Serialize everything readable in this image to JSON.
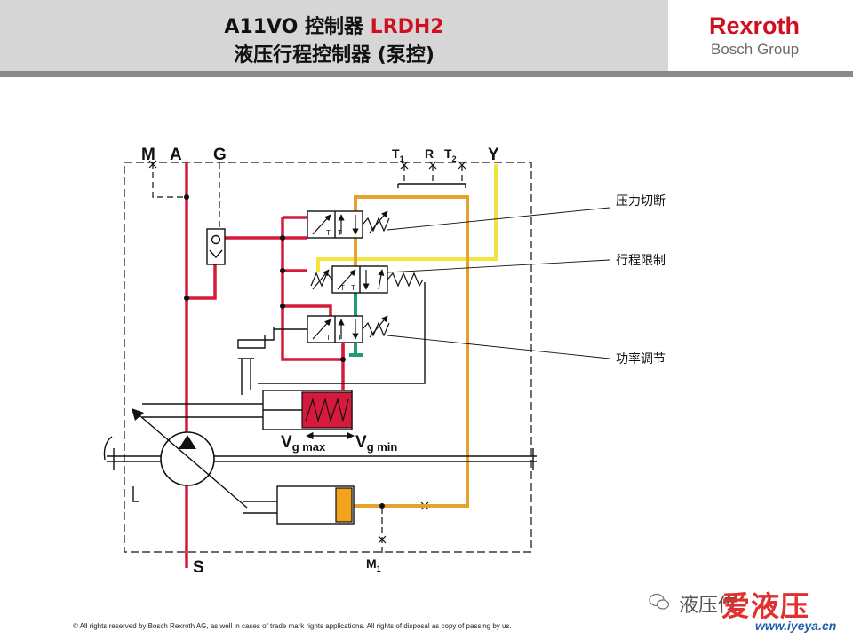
{
  "header": {
    "title_line1_a": "A11VO 控制器 ",
    "title_line1_b": "LRDH2",
    "title_line2": "液压行程控制器 (泵控)",
    "logo_main": "Rexroth",
    "logo_sub": "Bosch Group"
  },
  "diagram": {
    "ports": {
      "M": "M",
      "A": "A",
      "G": "G",
      "T1": "T",
      "T1_sub": "1",
      "R": "R",
      "T2": "T",
      "T2_sub": "2",
      "Y": "Y",
      "S": "S",
      "M1": "M",
      "M1_sub": "1"
    },
    "callouts": {
      "pressure_cutoff": "压力切断",
      "stroke_limit": "行程限制",
      "power_control": "功率调节"
    },
    "displacement": {
      "vg_max_main": "V",
      "vg_max_sub": "g max",
      "vg_min_main": "V",
      "vg_min_sub": "g min"
    },
    "valve_marks": "T"
  },
  "colors": {
    "pressure_line": "#d61a3c",
    "tank_line": "#e5a22e",
    "pilot_line": "#f2e440",
    "drain_line": "#1f9a7a",
    "schematic": "#111111"
  },
  "footer": {
    "copyright": "© All rights reserved by Bosch Rexroth AG, as well in cases of trade mark rights applications. All rights of disposal as copy of passing by us."
  },
  "watermark": {
    "text": "液压传",
    "brand": "爱液压",
    "url": "www.iyeya.cn"
  }
}
